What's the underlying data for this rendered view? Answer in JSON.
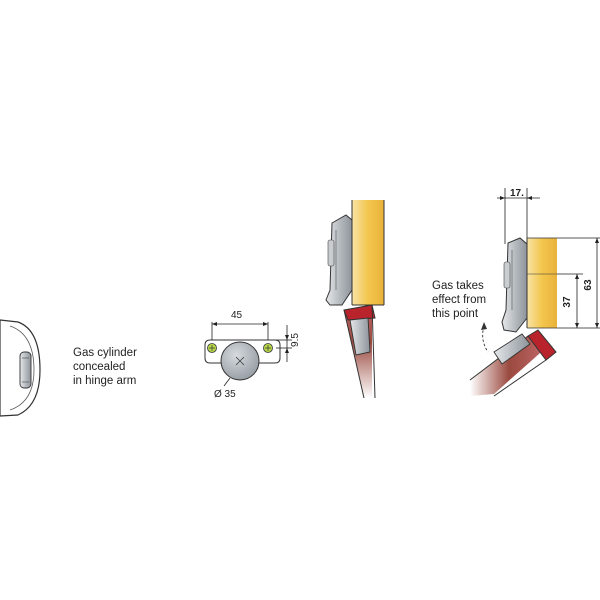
{
  "annotations": {
    "gas_cylinder": [
      "Gas cylinder",
      "concealed",
      "in hinge arm"
    ],
    "gas_takes_effect": [
      "Gas takes",
      "effect from",
      "this point"
    ]
  },
  "dimensions": {
    "width_45": "45",
    "offset_9_5": "9.5",
    "diameter": "Ø 35",
    "dim_17": "17.",
    "dim_37": "37",
    "dim_63": "63"
  },
  "colors": {
    "frame_wood": "#f2c44e",
    "door_red": "#b9232b",
    "door_brown": "#8a3d2c",
    "hinge_metal": "#bfc3c7",
    "cup_gray": "#aeb4ba",
    "screw_green": "#9acd32"
  }
}
